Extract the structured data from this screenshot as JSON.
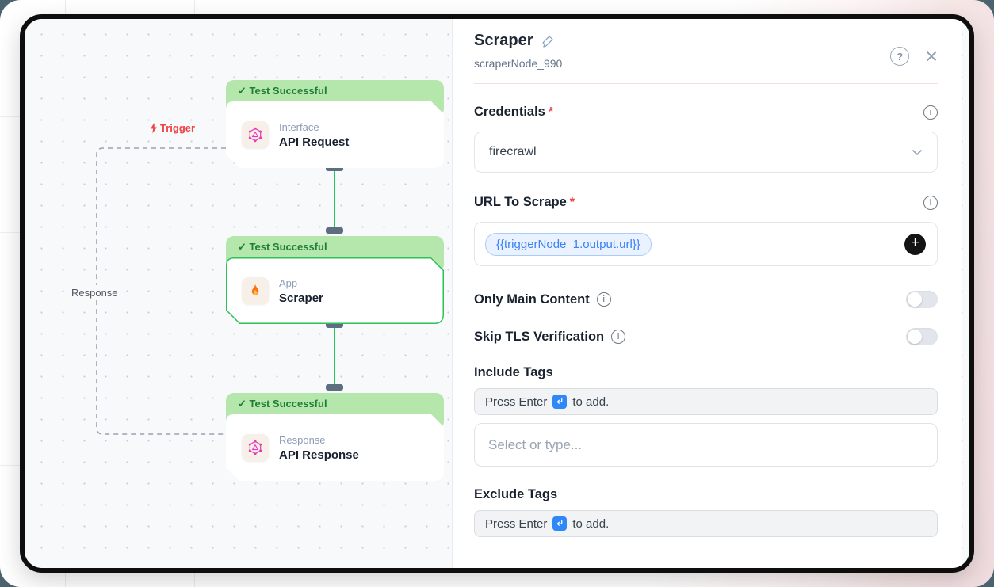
{
  "canvas": {
    "trigger_label": "Trigger",
    "response_label": "Response",
    "nodes": [
      {
        "status_check": "✓",
        "status_text": "Test Successful",
        "type_label": "Interface",
        "title": "API Request",
        "icon": "api-hexagon",
        "selected": false
      },
      {
        "status_check": "✓",
        "status_text": "Test Successful",
        "type_label": "App",
        "title": "Scraper",
        "icon": "flame",
        "selected": true
      },
      {
        "status_check": "✓",
        "status_text": "Test Successful",
        "type_label": "Response",
        "title": "API Response",
        "icon": "api-hexagon",
        "selected": false
      }
    ]
  },
  "panel": {
    "title": "Scraper",
    "subtitle": "scraperNode_990",
    "help_glyph": "?",
    "close_glyph": "×",
    "required_mark": "*",
    "info_glyph": "i",
    "plus_glyph": "+",
    "fields": {
      "credentials": {
        "label": "Credentials",
        "value": "firecrawl"
      },
      "url_to_scrape": {
        "label": "URL To Scrape",
        "chip": "{{triggerNode_1.output.url}}"
      },
      "only_main_content": {
        "label": "Only Main Content",
        "enabled": false
      },
      "skip_tls": {
        "label": "Skip TLS Verification",
        "enabled": false
      },
      "include_tags": {
        "label": "Include Tags",
        "hint_prefix": "Press Enter",
        "hint_suffix": "to add.",
        "placeholder": "Select or type..."
      },
      "exclude_tags": {
        "label": "Exclude Tags",
        "hint_prefix": "Press Enter",
        "hint_suffix": "to add."
      }
    }
  },
  "colors": {
    "success_banner_bg": "#b5e7ad",
    "success_text": "#1e7e38",
    "edge_green": "#22c55e",
    "port_gray": "#5c6e80",
    "trigger_red": "#ee4444",
    "chip_blue": "#3b82f6",
    "enter_key_blue": "#2f88f7",
    "window_border": "#0e0e0e",
    "backdrop_pink": "#f0dcdf"
  }
}
